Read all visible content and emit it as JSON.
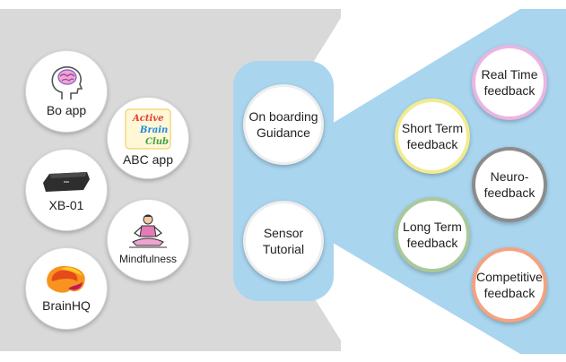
{
  "colors": {
    "left_panel": "#d9d9d9",
    "center_panel": "#a9d5ef",
    "right_panel": "#a9d5ef",
    "ring_pink": "#e9b6e3",
    "ring_yellow": "#f2ec8e",
    "ring_gray": "#8c8c8c",
    "ring_green": "#a9c99a",
    "ring_orange": "#f4a27f"
  },
  "left_nodes": [
    {
      "label": "Bo app",
      "icon": "head-brain-icon"
    },
    {
      "label": "ABC app",
      "icon": "active-brain-club-logo"
    },
    {
      "label": "XB-01",
      "icon": "xb01-device-icon"
    },
    {
      "label": "Mindfulness",
      "icon": "meditation-icon"
    },
    {
      "label": "BrainHQ",
      "icon": "brainhq-logo"
    }
  ],
  "logo_text": [
    "Active",
    "Brain",
    "Club"
  ],
  "center_nodes": [
    {
      "line1": "On boarding",
      "line2": "Guidance"
    },
    {
      "line1": "Sensor",
      "line2": "Tutorial"
    }
  ],
  "right_nodes": [
    {
      "line1": "Real Time",
      "line2": "feedback",
      "ring": "pink"
    },
    {
      "line1": "Short Term",
      "line2": "feedback",
      "ring": "yellow"
    },
    {
      "line1": "Neuro-",
      "line2": "feedback",
      "ring": "gray"
    },
    {
      "line1": "Long Term",
      "line2": "feedback",
      "ring": "green"
    },
    {
      "line1": "Competitive",
      "line2": "feedback",
      "ring": "orange"
    }
  ]
}
